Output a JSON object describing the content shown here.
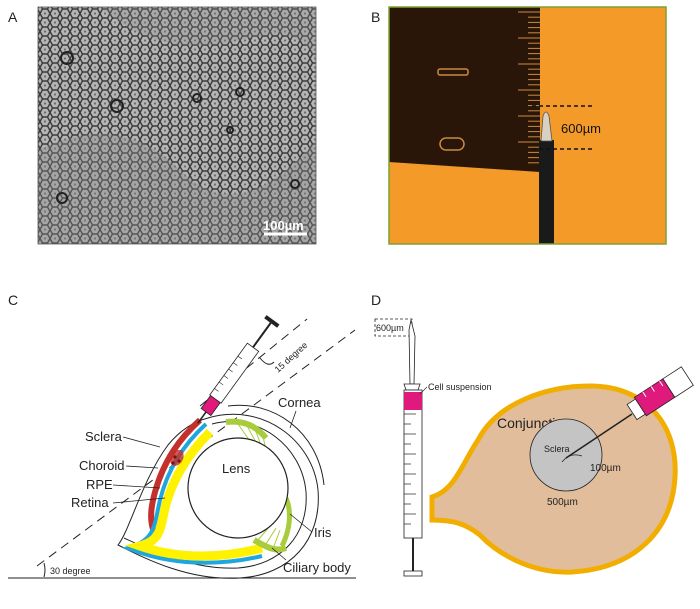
{
  "panels": {
    "a": {
      "label": "A",
      "scale_bar": "100µm"
    },
    "b": {
      "label": "B",
      "measurement": "600µm"
    },
    "c": {
      "label": "C",
      "angle_injection": "15 degree",
      "angle_base": "30 degree",
      "labels": {
        "sclera": "Sclera",
        "choroid": "Choroid",
        "rpe": "RPE",
        "retina": "Retina",
        "lens": "Lens",
        "cornea": "Cornea",
        "iris": "Iris",
        "ciliary_body": "Ciliary body"
      }
    },
    "d": {
      "label": "D",
      "needle_length": "600µm",
      "cell_suspension": "Cell suspension",
      "conjunctiva": "Conjunctiva",
      "sclera": "Sclera",
      "depth": "100µm",
      "diameter": "500µm"
    }
  },
  "colors": {
    "cell_bg": "#9a9a9a",
    "orange": "#f39a28",
    "plate_green": "#7ea032",
    "ruler_dark": "#2a1608",
    "syringe_pink": "#e0197c",
    "retina_yellow": "#fff200",
    "rpe_blue": "#1fa6de",
    "choroid_red": "#c4302b",
    "ciliary_green": "#a8cc3c",
    "conjunctiva_fill": "#e2bd9c",
    "conjunctiva_rim": "#f2ae00",
    "sclera_gray": "#c4c4c4"
  }
}
